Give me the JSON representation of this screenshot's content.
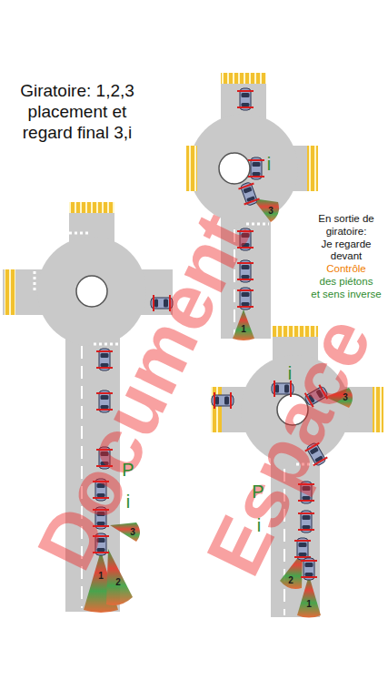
{
  "diagram": {
    "title": "Giratoire: 1,2,3 placement et regard final 3,i",
    "labels": [
      "Document",
      "Espace",
      "En sortie de giratoire:",
      "Je regarde devant",
      "Contrôle",
      "des piétons",
      "et sens inverse",
      "P",
      "i",
      "1",
      "2",
      "3",
      "i",
      "3",
      "1",
      "i",
      "3",
      "P",
      "i",
      "2",
      "1"
    ]
  }
}
